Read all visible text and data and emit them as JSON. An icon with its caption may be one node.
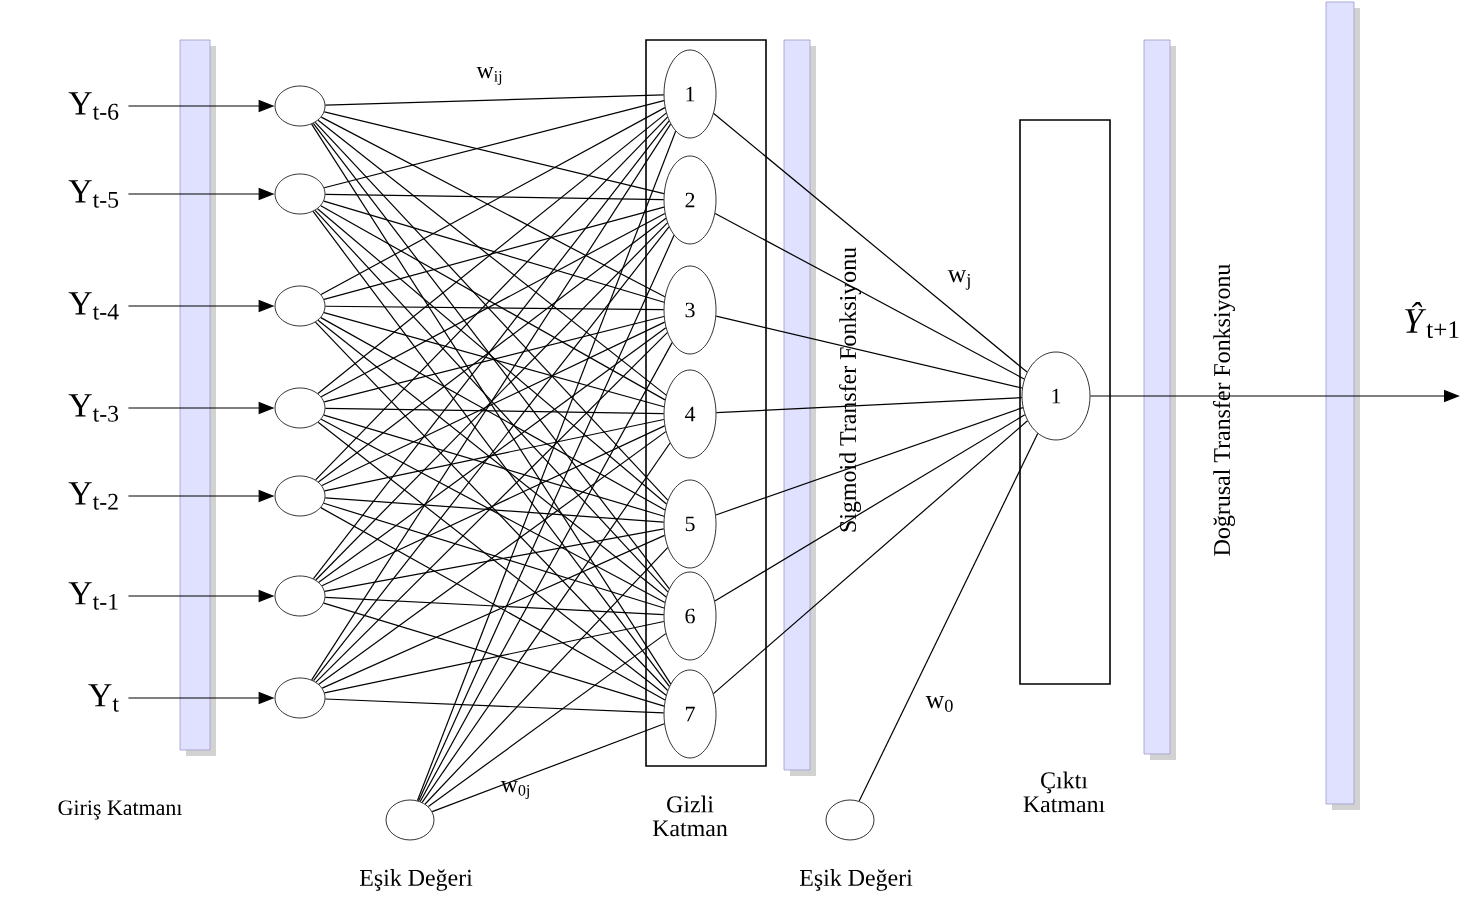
{
  "diagram": {
    "nodes": [
      {
        "text": [
          "Y$_{t-6}$"
        ]
      },
      {
        "text": [
          "Y$_{t-5}$"
        ]
      },
      {
        "text": [
          "Y$_{t-4}$"
        ]
      },
      {
        "text": [
          "Y$_{t-3}$"
        ]
      },
      {
        "text": [
          "Y$_{t-2}$"
        ]
      },
      {
        "text": [
          "Y$_{t-1}$"
        ]
      },
      {
        "text": [
          "Y$_{t}$"
        ]
      },
      {
        "text": [],
        "shape": "circle"
      },
      {
        "text": [],
        "shape": "circle"
      },
      {
        "text": [],
        "shape": "circle"
      },
      {
        "text": [],
        "shape": "circle"
      },
      {
        "text": [],
        "shape": "circle"
      },
      {
        "text": [],
        "shape": "circle"
      },
      {
        "text": [],
        "shape": "circle"
      },
      {
        "text": [
          "Gizli Katman"
        ]
      },
      {
        "text": [
          "1"
        ],
        "in": 14
      },
      {
        "text": [
          "2"
        ],
        "in": 14
      },
      {
        "text": [
          "3"
        ],
        "in": 14
      },
      {
        "text": [
          "4"
        ],
        "in": 14
      },
      {
        "text": [
          "5"
        ],
        "in": 14
      },
      {
        "text": [
          "6"
        ],
        "in": 14
      },
      {
        "text": [
          "7"
        ],
        "in": 14
      },
      {
        "text": [],
        "shape": "circle",
        "beside": [
          "Eşik Değeri"
        ]
      },
      {
        "text": [
          "Çıktı Katmanı"
        ]
      },
      {
        "text": [
          "1"
        ],
        "in": 23
      },
      {
        "text": [],
        "shape": "circle",
        "beside": [
          "Eşik Değeri"
        ]
      }
    ],
    "edges": [
      {
        "from": 0,
        "to": 7,
        "arrow": "to"
      },
      {
        "from": 1,
        "to": 8,
        "arrow": "to"
      },
      {
        "from": 2,
        "to": 9,
        "arrow": "to"
      },
      {
        "from": 3,
        "to": 10,
        "arrow": "to"
      },
      {
        "from": 4,
        "to": 11,
        "arrow": "to"
      },
      {
        "from": 5,
        "to": 12,
        "arrow": "to"
      },
      {
        "from": 6,
        "to": 13,
        "arrow": "to"
      },
      {
        "from": 7,
        "to": 15,
        "arrow": "none"
      },
      {
        "from": 7,
        "to": 16,
        "arrow": "none"
      },
      {
        "from": 7,
        "to": 17,
        "arrow": "none"
      },
      {
        "from": 7,
        "to": 18,
        "arrow": "none"
      },
      {
        "from": 7,
        "to": 19,
        "arrow": "none"
      },
      {
        "from": 7,
        "to": 20,
        "arrow": "none"
      },
      {
        "from": 7,
        "to": 21,
        "arrow": "none"
      },
      {
        "from": 8,
        "to": 15,
        "arrow": "none"
      },
      {
        "from": 8,
        "to": 16,
        "arrow": "none"
      },
      {
        "from": 8,
        "to": 17,
        "arrow": "none"
      },
      {
        "from": 8,
        "to": 18,
        "arrow": "none"
      },
      {
        "from": 8,
        "to": 19,
        "arrow": "none"
      },
      {
        "from": 8,
        "to": 20,
        "arrow": "none"
      },
      {
        "from": 8,
        "to": 21,
        "arrow": "none"
      },
      {
        "from": 9,
        "to": 15,
        "arrow": "none"
      },
      {
        "from": 9,
        "to": 16,
        "arrow": "none"
      },
      {
        "from": 9,
        "to": 17,
        "arrow": "none"
      },
      {
        "from": 9,
        "to": 18,
        "arrow": "none"
      },
      {
        "from": 9,
        "to": 19,
        "arrow": "none"
      },
      {
        "from": 9,
        "to": 20,
        "arrow": "none"
      },
      {
        "from": 9,
        "to": 21,
        "arrow": "none"
      },
      {
        "from": 10,
        "to": 15,
        "arrow": "none"
      },
      {
        "from": 10,
        "to": 16,
        "arrow": "none"
      },
      {
        "from": 10,
        "to": 17,
        "arrow": "none"
      },
      {
        "from": 10,
        "to": 18,
        "arrow": "none"
      },
      {
        "from": 10,
        "to": 19,
        "arrow": "none"
      },
      {
        "from": 10,
        "to": 20,
        "arrow": "none"
      },
      {
        "from": 10,
        "to": 21,
        "arrow": "none"
      },
      {
        "from": 11,
        "to": 15,
        "arrow": "none"
      },
      {
        "from": 11,
        "to": 16,
        "arrow": "none"
      },
      {
        "from": 11,
        "to": 17,
        "arrow": "none"
      },
      {
        "from": 11,
        "to": 18,
        "arrow": "none"
      },
      {
        "from": 11,
        "to": 19,
        "arrow": "none"
      },
      {
        "from": 11,
        "to": 20,
        "arrow": "none"
      },
      {
        "from": 11,
        "to": 21,
        "arrow": "none"
      },
      {
        "from": 12,
        "to": 15,
        "arrow": "none"
      },
      {
        "from": 12,
        "to": 16,
        "arrow": "none"
      },
      {
        "from": 12,
        "to": 17,
        "arrow": "none"
      },
      {
        "from": 12,
        "to": 18,
        "arrow": "none"
      },
      {
        "from": 12,
        "to": 19,
        "arrow": "none"
      },
      {
        "from": 12,
        "to": 20,
        "arrow": "none"
      },
      {
        "from": 12,
        "to": 21,
        "arrow": "none"
      },
      {
        "from": 13,
        "to": 15,
        "arrow": "none"
      },
      {
        "from": 13,
        "to": 16,
        "arrow": "none"
      },
      {
        "from": 13,
        "to": 17,
        "arrow": "none"
      },
      {
        "from": 13,
        "to": 18,
        "arrow": "none"
      },
      {
        "from": 13,
        "to": 19,
        "arrow": "none"
      },
      {
        "from": 13,
        "to": 20,
        "arrow": "none"
      },
      {
        "from": 13,
        "to": 21,
        "arrow": "none"
      },
      {
        "from": 22,
        "to": 15,
        "arrow": "none"
      },
      {
        "from": 22,
        "to": 16,
        "arrow": "none"
      },
      {
        "from": 22,
        "to": 17,
        "arrow": "none"
      },
      {
        "from": 22,
        "to": 18,
        "arrow": "none"
      },
      {
        "from": 22,
        "to": 19,
        "arrow": "none"
      },
      {
        "from": 22,
        "to": 20,
        "arrow": "none"
      },
      {
        "from": 22,
        "to": 21,
        "arrow": "none"
      },
      {
        "from": 15,
        "to": 24,
        "arrow": "none"
      },
      {
        "from": 16,
        "to": 24,
        "arrow": "none"
      },
      {
        "from": 17,
        "to": 24,
        "arrow": "none"
      },
      {
        "from": 18,
        "to": 24,
        "arrow": "none"
      },
      {
        "from": 19,
        "to": 24,
        "arrow": "none"
      },
      {
        "from": 20,
        "to": 24,
        "arrow": "none"
      },
      {
        "from": 21,
        "to": 24,
        "arrow": "none"
      },
      {
        "from": 25,
        "to": 24,
        "arrow": "none"
      },
      {
        "from": 24,
        "to": null,
        "arrow": "to",
        "label": "*Ŷ*$_{t+1}$"
      }
    ],
    "labels": [
      "w$_{ij}$",
      "Sigmoid Transfer Fonksiyonu",
      "w$_{j}$",
      "Doğrusal Transfer Fonksiyonu",
      "w$_{0}$",
      "w$_{0j}$",
      "Giriş Katmanı"
    ]
  }
}
